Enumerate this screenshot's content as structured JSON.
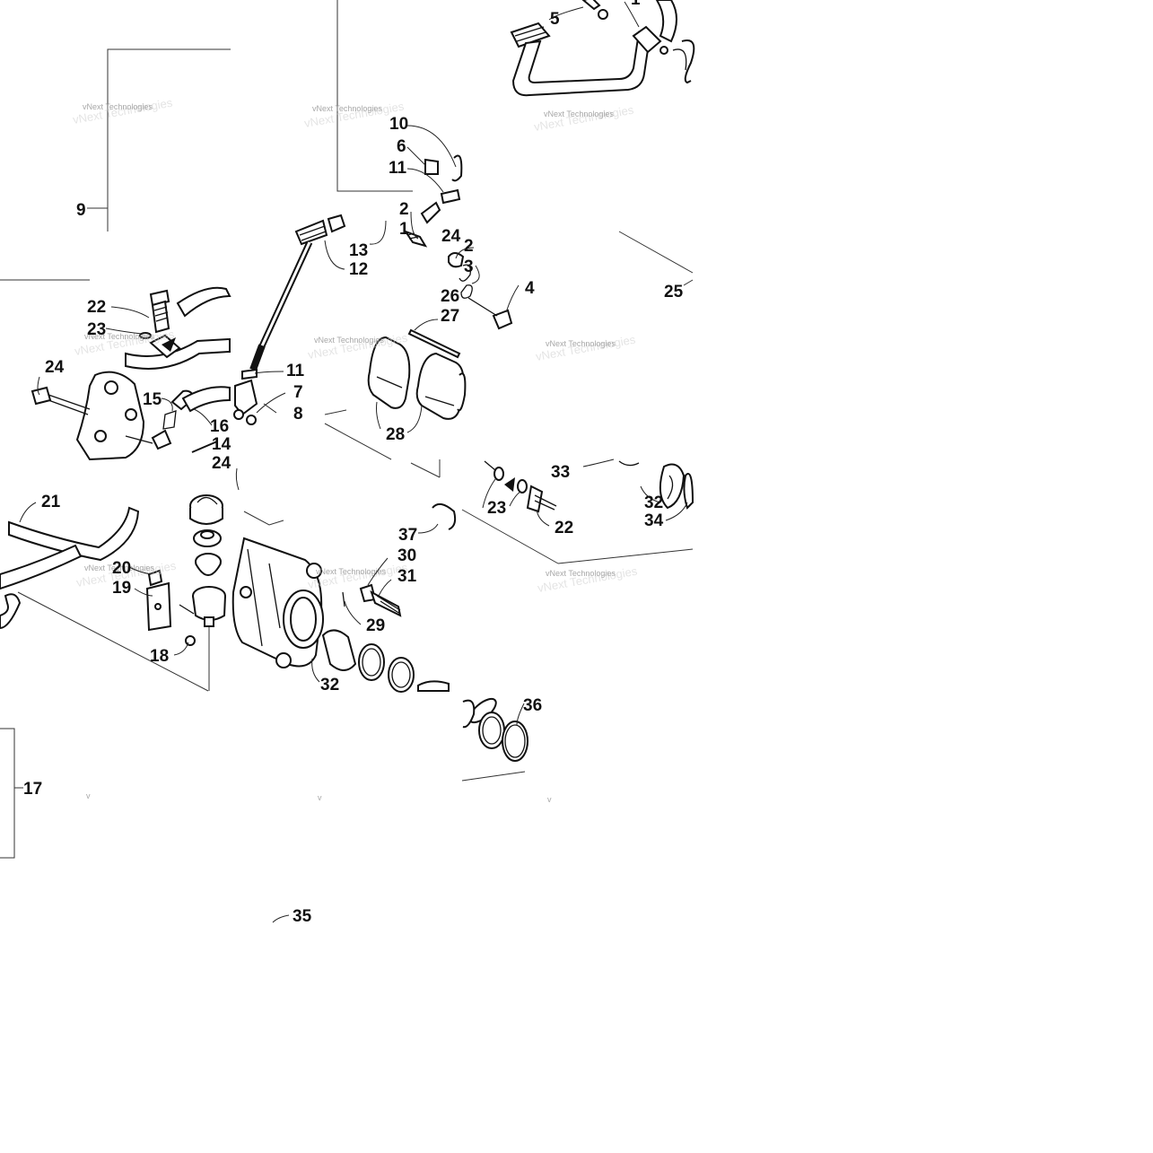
{
  "watermark": "vNext Technologies",
  "watermark_fragment": "v",
  "callouts": [
    {
      "id": "c1",
      "text": "1"
    },
    {
      "id": "c2",
      "text": "2"
    },
    {
      "id": "c3",
      "text": "3"
    },
    {
      "id": "c4",
      "text": "4"
    },
    {
      "id": "c5",
      "text": "5"
    },
    {
      "id": "c6",
      "text": "6"
    },
    {
      "id": "c7",
      "text": "7"
    },
    {
      "id": "c8",
      "text": "8"
    },
    {
      "id": "c9",
      "text": "9"
    },
    {
      "id": "c10",
      "text": "10"
    },
    {
      "id": "c11",
      "text": "11"
    },
    {
      "id": "c12",
      "text": "12"
    },
    {
      "id": "c13",
      "text": "13"
    },
    {
      "id": "c14",
      "text": "14"
    },
    {
      "id": "c15",
      "text": "15"
    },
    {
      "id": "c16",
      "text": "16"
    },
    {
      "id": "c17",
      "text": "17"
    },
    {
      "id": "c18",
      "text": "18"
    },
    {
      "id": "c19",
      "text": "19"
    },
    {
      "id": "c20",
      "text": "20"
    },
    {
      "id": "c21",
      "text": "21"
    },
    {
      "id": "c22",
      "text": "22"
    },
    {
      "id": "c23",
      "text": "23"
    },
    {
      "id": "c24",
      "text": "24"
    },
    {
      "id": "c25",
      "text": "25"
    },
    {
      "id": "c26",
      "text": "26"
    },
    {
      "id": "c27",
      "text": "27"
    },
    {
      "id": "c28",
      "text": "28"
    },
    {
      "id": "c29",
      "text": "29"
    },
    {
      "id": "c30",
      "text": "30"
    },
    {
      "id": "c31",
      "text": "31"
    },
    {
      "id": "c32",
      "text": "32"
    },
    {
      "id": "c33",
      "text": "33"
    },
    {
      "id": "c34",
      "text": "34"
    },
    {
      "id": "c35",
      "text": "35"
    },
    {
      "id": "c36",
      "text": "36"
    },
    {
      "id": "c37",
      "text": "37"
    }
  ],
  "colors": {
    "line": "#111111",
    "background": "#ffffff",
    "watermark": "#8a8a8a"
  }
}
